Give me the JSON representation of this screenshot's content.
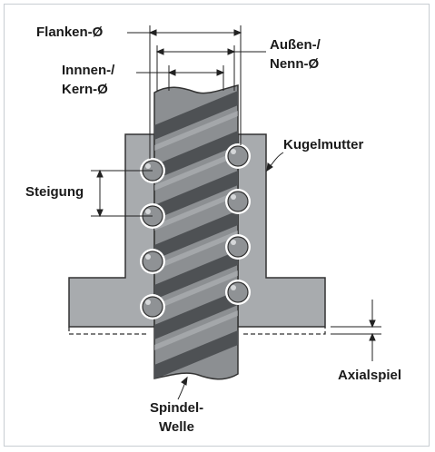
{
  "labels": {
    "flanken_d": "Flanken-Ø",
    "aussen_line1": "Außen-/",
    "aussen_line2": "Nenn-Ø",
    "innen_line1": "Innnen-/",
    "innen_line2": "Kern-Ø",
    "kugelmutter": "Kugelmutter",
    "steigung": "Steigung",
    "axialspiel": "Axialspiel",
    "spindel_line1": "Spindel-",
    "spindel_line2": "Welle"
  },
  "colors": {
    "nut_fill": "#a8abae",
    "shaft_fill": "#8c8f92",
    "shaft_groove": "#4e5154",
    "ball_fill": "#8f9295",
    "line": "#222222"
  }
}
